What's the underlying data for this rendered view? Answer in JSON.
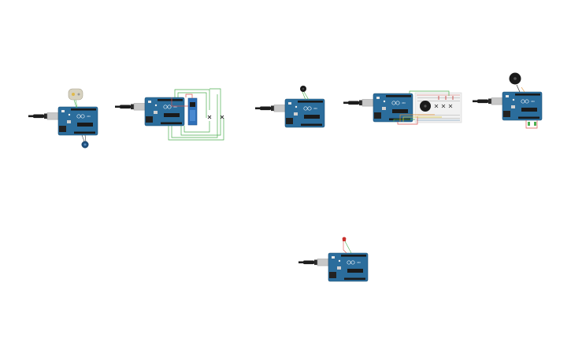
{
  "canvas": {
    "background": "#ffffff",
    "description_free": true
  },
  "colors": {
    "board": "#2b6d9c",
    "board_dark": "#1f5277",
    "header": "#1a1a1a",
    "usb_metal": "#c8c8c8",
    "cable": "#1c1c1c",
    "wire_green": "#4caf50",
    "wire_red": "#d9534f",
    "wire_orange": "#e08a2b",
    "wire_yellow": "#d6c23a",
    "breadboard": "#f1f1f1",
    "buzzer": "#1a1a1a",
    "led_red": "#c9302c"
  },
  "circuits": [
    {
      "name": "circuit-servo",
      "components": [
        "arduino-uno",
        "servo-motor",
        "potentiometer"
      ]
    },
    {
      "name": "circuit-sensor-module",
      "components": [
        "arduino-uno",
        "sensor-module",
        "switches"
      ]
    },
    {
      "name": "circuit-small-buzzer",
      "components": [
        "arduino-uno",
        "piezo-buzzer"
      ]
    },
    {
      "name": "circuit-breadboard",
      "components": [
        "arduino-uno",
        "breadboard",
        "piezo-buzzer",
        "push-buttons"
      ]
    },
    {
      "name": "circuit-large-buzzer",
      "components": [
        "arduino-uno",
        "piezo-buzzer",
        "resistor"
      ]
    },
    {
      "name": "circuit-led",
      "components": [
        "arduino-uno",
        "led"
      ]
    }
  ]
}
